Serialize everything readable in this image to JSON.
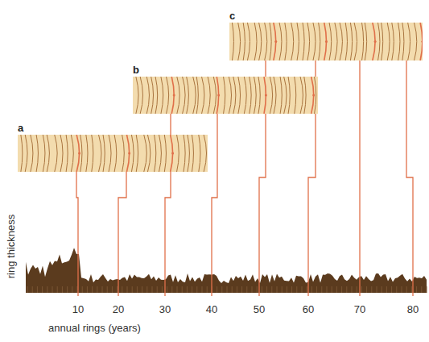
{
  "diagram": {
    "nodes": [
      {
        "text": [
          "a"
        ]
      },
      {
        "text": [
          "b"
        ]
      },
      {
        "text": [
          "c"
        ]
      }
    ],
    "labels": [
      "ring thickness",
      "10",
      "20",
      "30",
      "40",
      "50",
      "60",
      "70",
      "80",
      "annual rings (years)"
    ]
  }
}
